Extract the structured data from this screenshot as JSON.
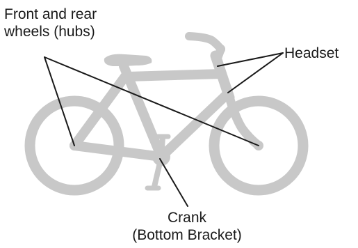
{
  "labels": {
    "wheels_line1": "Front and rear",
    "wheels_line2": "wheels (hubs)",
    "headset": "Headset",
    "crank_line1": "Crank",
    "crank_line2": "(Bottom Bracket)"
  },
  "colors": {
    "bike": "#c8c8c8",
    "leader_lines": "#1a1a1a",
    "text": "#1a1a1a"
  }
}
